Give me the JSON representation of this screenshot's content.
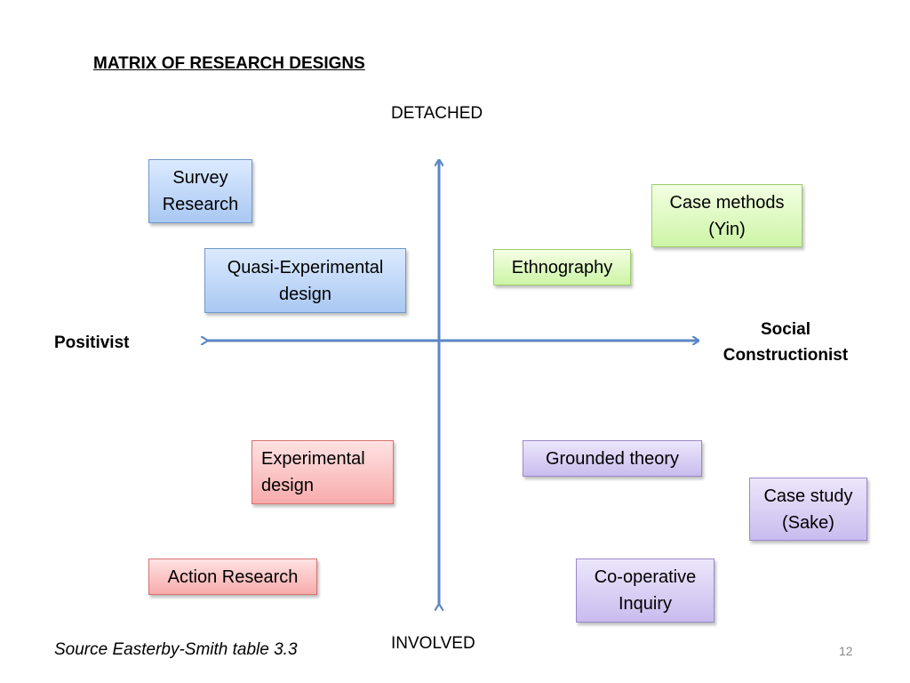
{
  "title": "MATRIX OF RESEARCH DESIGNS",
  "axes": {
    "top": "DETACHED",
    "bottom": "INVOLVED",
    "left": "Positivist",
    "right_line1": "Social",
    "right_line2": "Constructionist"
  },
  "boxes": {
    "survey_research": {
      "line1": "Survey",
      "line2": "Research"
    },
    "quasi_experimental": {
      "line1": "Quasi-Experimental",
      "line2": "design"
    },
    "ethnography": {
      "line1": "Ethnography"
    },
    "case_methods": {
      "line1": "Case methods",
      "line2": "(Yin)"
    },
    "experimental_design": {
      "line1": "Experimental",
      "line2": "design"
    },
    "action_research": {
      "line1": "Action Research"
    },
    "grounded_theory": {
      "line1": "Grounded theory"
    },
    "case_study": {
      "line1": "Case study",
      "line2": "(Sake)"
    },
    "cooperative_inquiry": {
      "line1": "Co-operative",
      "line2": "Inquiry"
    }
  },
  "source": "Source Easterby-Smith table 3.3",
  "page_number": "12",
  "colors": {
    "axis": "#5b87c5",
    "blue_box": "#a9c8f2",
    "green_box": "#cdf4a6",
    "red_box": "#f7abab",
    "purple_box": "#c9bcee"
  }
}
